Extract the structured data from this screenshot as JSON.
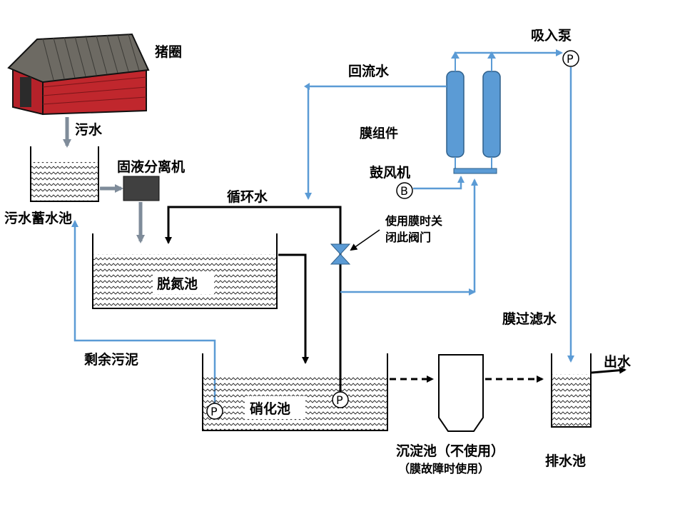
{
  "labels": {
    "pigsty": "猪圈",
    "sewage": "污水",
    "sewage_tank": "污水蓄水池",
    "solid_liquid_separator": "固液分离机",
    "circulating_water": "循环水",
    "denitrification_tank": "脱氮池",
    "valve_note_line1": "使用膜时关",
    "valve_note_line2": "闭此阀门",
    "return_water": "回流水",
    "membrane_module": "膜组件",
    "blower": "鼓风机",
    "suction_pump": "吸入泵",
    "membrane_filtered_water": "膜过滤水",
    "residual_sludge": "剩余污泥",
    "nitrification_tank": "硝化池",
    "sedimentation_tank_line1": "沉淀池（不使用）",
    "sedimentation_tank_line2": "（膜故障时使用）",
    "drain_tank": "排水池",
    "outflow": "出水",
    "pump_letter": "P",
    "blower_letter": "B"
  },
  "colors": {
    "blue_line": "#5b9bd5",
    "gray_line": "#7f8c9a",
    "membrane_fill": "#5b9bd5",
    "separator_fill": "#404040",
    "barn_wall": "#c0272d",
    "barn_roof": "#6d6a63"
  },
  "icons": [
    "pigsty-barn-icon",
    "pump-icon",
    "blower-icon",
    "valve-icon"
  ]
}
